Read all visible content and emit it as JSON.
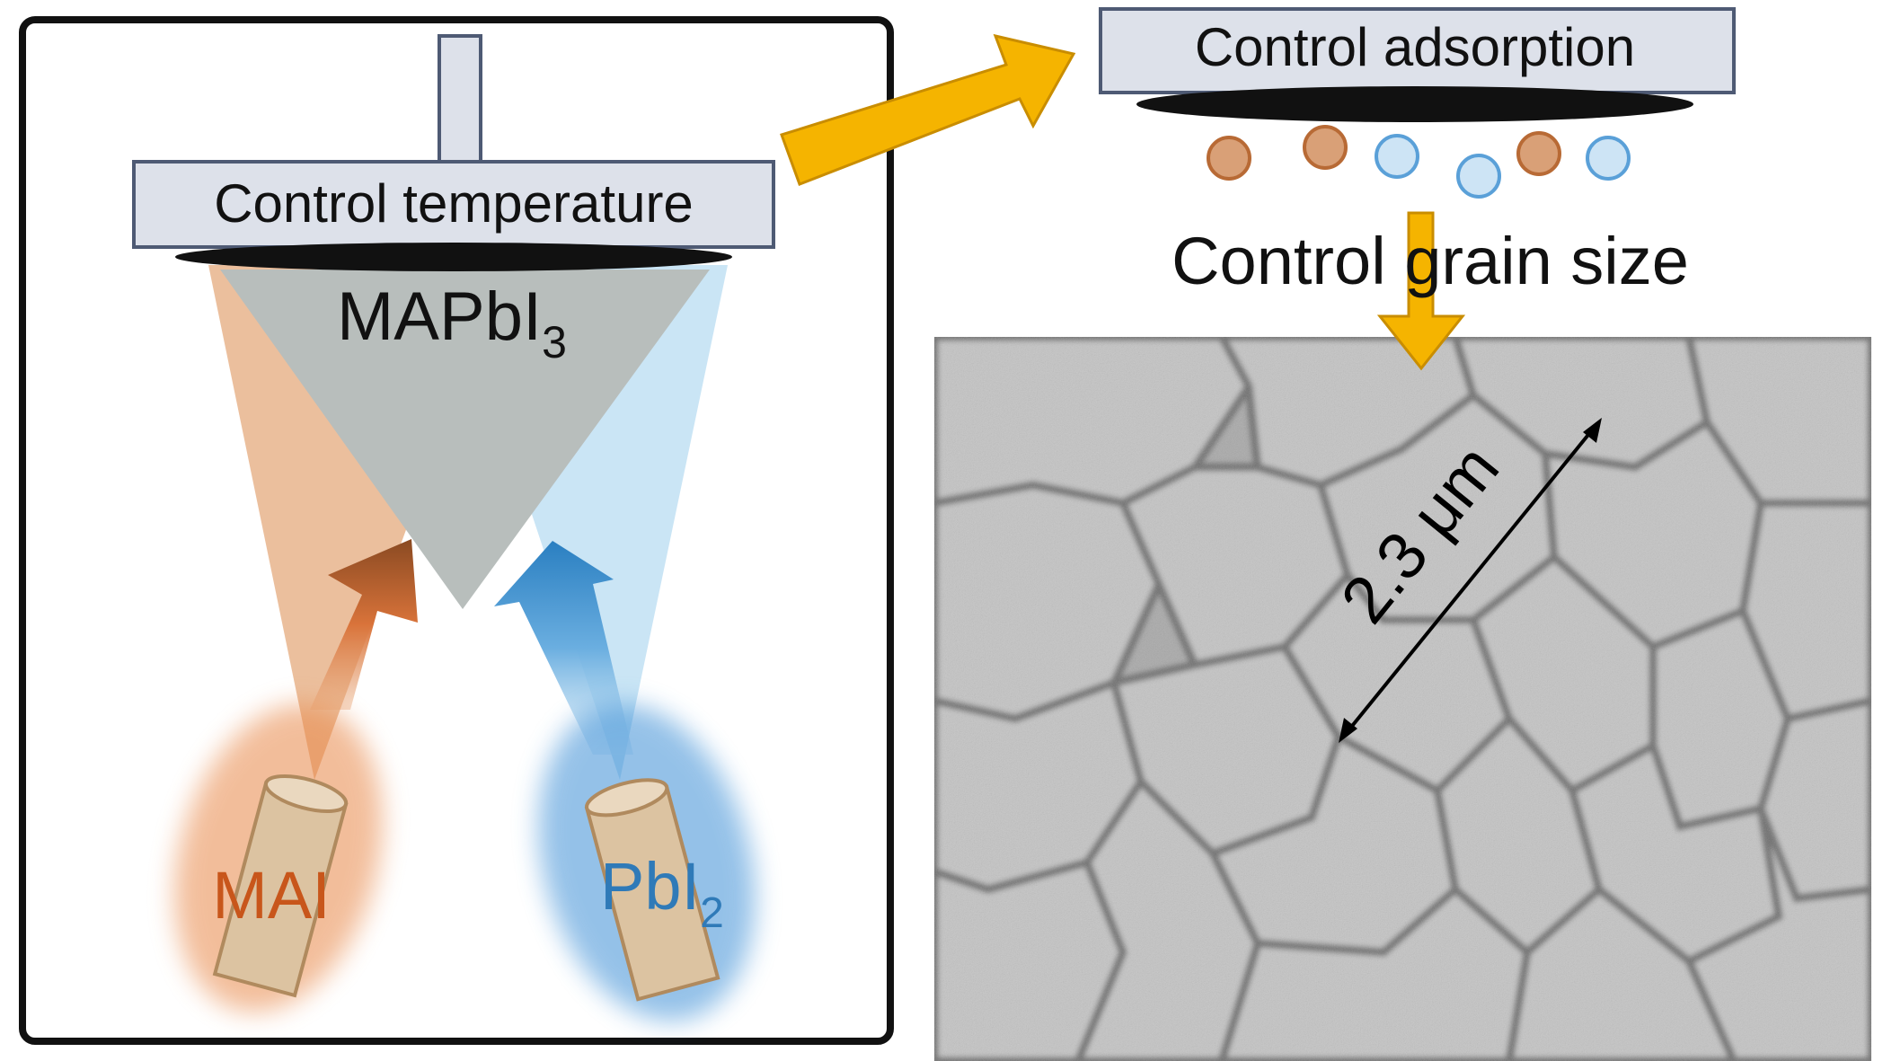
{
  "labels": {
    "control_temperature": "Control temperature",
    "product_main": "MAPbI",
    "product_sub": "3",
    "source_mai": "MAI",
    "source_pbi_main": "PbI",
    "source_pbi_sub": "2",
    "control_adsorption": "Control adsorption",
    "control_grain_size": "Control grain size",
    "grain_measurement": "2.3 μm"
  },
  "colors": {
    "mai_orange": "#d9733a",
    "mai_label": "#c8561b",
    "pbi_blue": "#4a93cc",
    "pbi_label": "#2f7ab8",
    "product_gray": "#b8bebc",
    "box_fill": "#dde1ea",
    "box_stroke": "#4e5a74",
    "flow_arrow": "#f5b400",
    "crucible": "#dcc3a1",
    "particle_orange": "#d9a077",
    "particle_blue": "#cde4f5"
  },
  "icons": {
    "flow_arrow_1": "arrow-right-up",
    "flow_arrow_2": "arrow-down",
    "sem_image": "sem-micrograph"
  },
  "particles": [
    "MAI",
    "MAI",
    "PbI2",
    "PbI2",
    "MAI",
    "PbI2"
  ]
}
